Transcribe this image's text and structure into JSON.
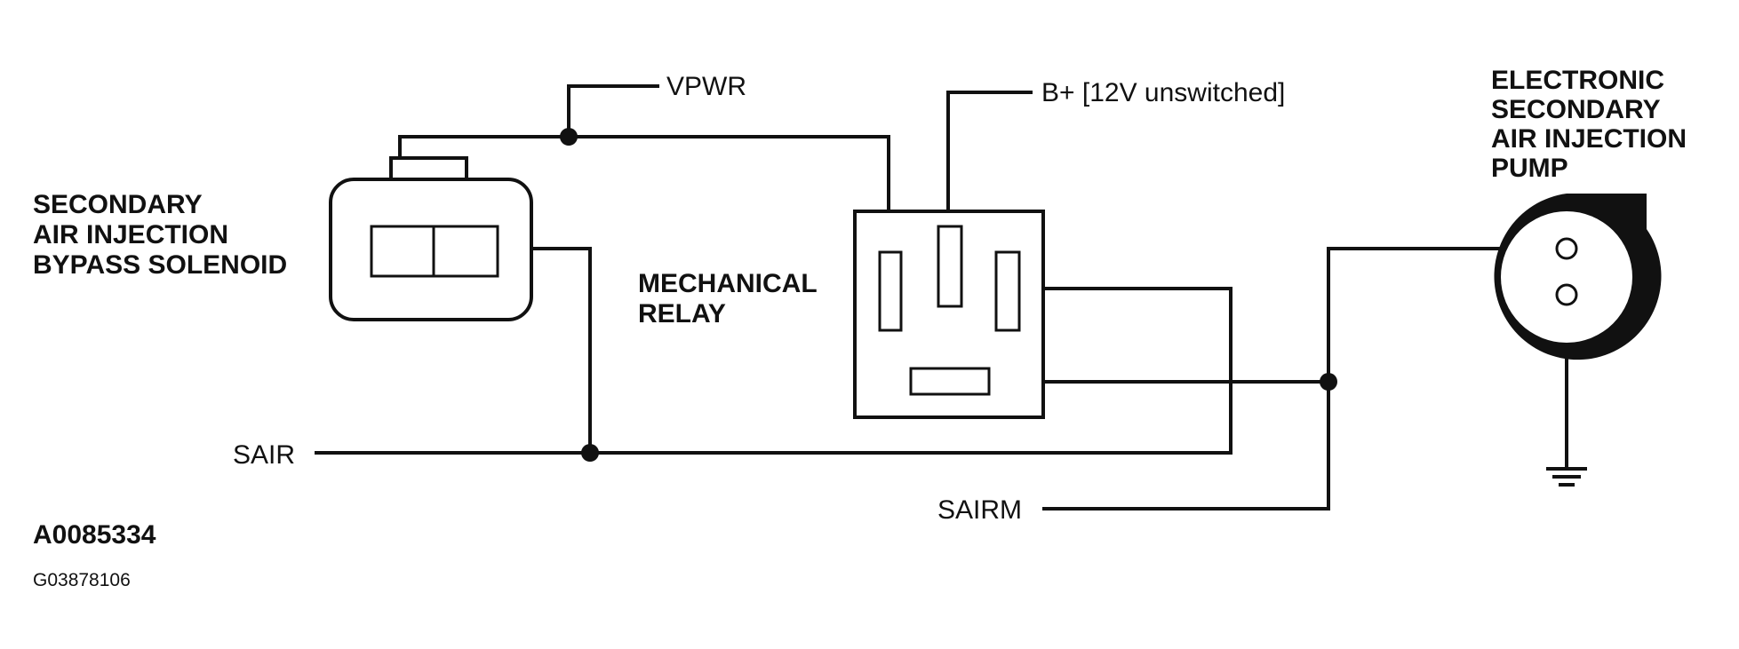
{
  "components": {
    "solenoid": {
      "lines": [
        "SECONDARY",
        "AIR INJECTION",
        "BYPASS SOLENOID"
      ]
    },
    "relay": {
      "lines": [
        "MECHANICAL",
        "RELAY"
      ]
    },
    "pump": {
      "lines": [
        "ELECTRONIC",
        "SECONDARY",
        "AIR INJECTION",
        "PUMP"
      ]
    }
  },
  "signals": {
    "vpwr": "VPWR",
    "bplus": "B+ [12V unswitched]",
    "sair": "SAIR",
    "sairm": "SAIRM"
  },
  "ids": {
    "figure": "A0085334",
    "graphic": "G03878106"
  },
  "colors": {
    "ink": "#111111",
    "background": "#ffffff"
  }
}
